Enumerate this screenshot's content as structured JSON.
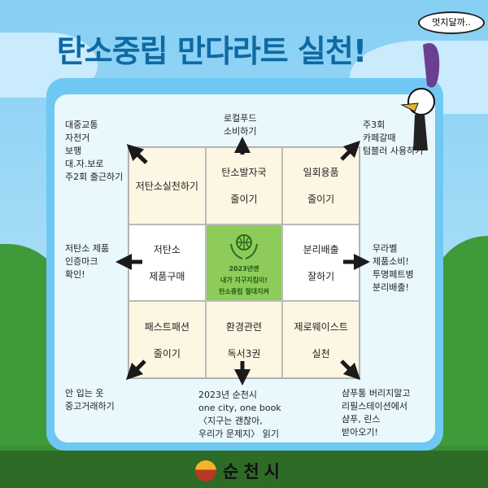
{
  "title": "탄소중립 만다라트 실천!",
  "speech_bubble": "멋지달까..",
  "center": {
    "line1": "2023년엔",
    "line2": "내가 지구지킴이!",
    "line3": "탄소중립 절대지켜"
  },
  "cells": {
    "top_left": [
      "저탄소실천하기"
    ],
    "top_mid": [
      "탄소발자국",
      "줄이기"
    ],
    "top_right": [
      "일회용품",
      "줄이기"
    ],
    "mid_left": [
      "저탄소",
      "제품구매"
    ],
    "mid_right": [
      "분리배출",
      "잘하기"
    ],
    "bot_left": [
      "패스트패션",
      "줄이기"
    ],
    "bot_mid": [
      "환경관련",
      "독서3권"
    ],
    "bot_right": [
      "제로웨이스트",
      "실천"
    ]
  },
  "notes": {
    "top_left": "대중교통\n자전거\n보행\n대.자.보로\n주2회 출근하기",
    "top_mid": "로컬푸드\n소비하기",
    "top_right": "주3회\n카페갈때\n텀블러 사용하기",
    "mid_left": "저탄소 제품\n인증마크\n확인!",
    "mid_right": "무라벨\n제품소비!\n투명페트병\n분리배출!",
    "bot_left": "안 입는 옷\n중고거래하기",
    "bot_mid": "2023년 순천시\none city, one book\n〈지구는 괜찮아,\n우리가 문제지〉 읽기",
    "bot_right": "샴푸통 버리지말고\n리필스테이션에서\n샴푸, 린스\n받아오기!"
  },
  "logo": "순천시"
}
